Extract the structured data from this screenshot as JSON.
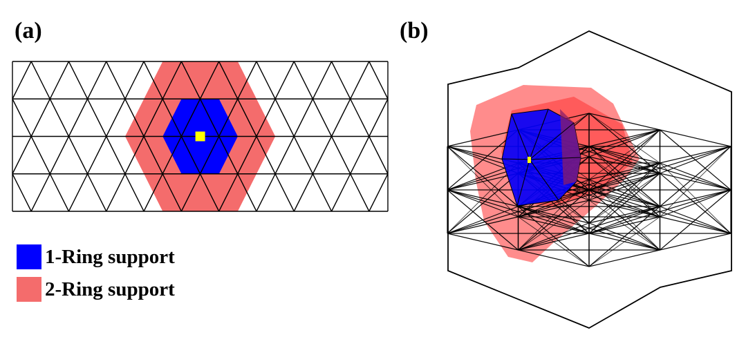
{
  "panels": {
    "a": {
      "label": "(a)"
    },
    "b": {
      "label": "(b)"
    }
  },
  "legend": [
    {
      "label": "1-Ring support",
      "color": "#0000ff"
    },
    {
      "label": "2-Ring support",
      "color": "#f46c6c"
    }
  ],
  "colors": {
    "center_vertex": "#ffff00",
    "mesh_lines": "#000000",
    "ring1_fill": "#0000ff",
    "ring2_fill": "#f46c6c",
    "ring2_3d_fill": "#ff0000"
  }
}
